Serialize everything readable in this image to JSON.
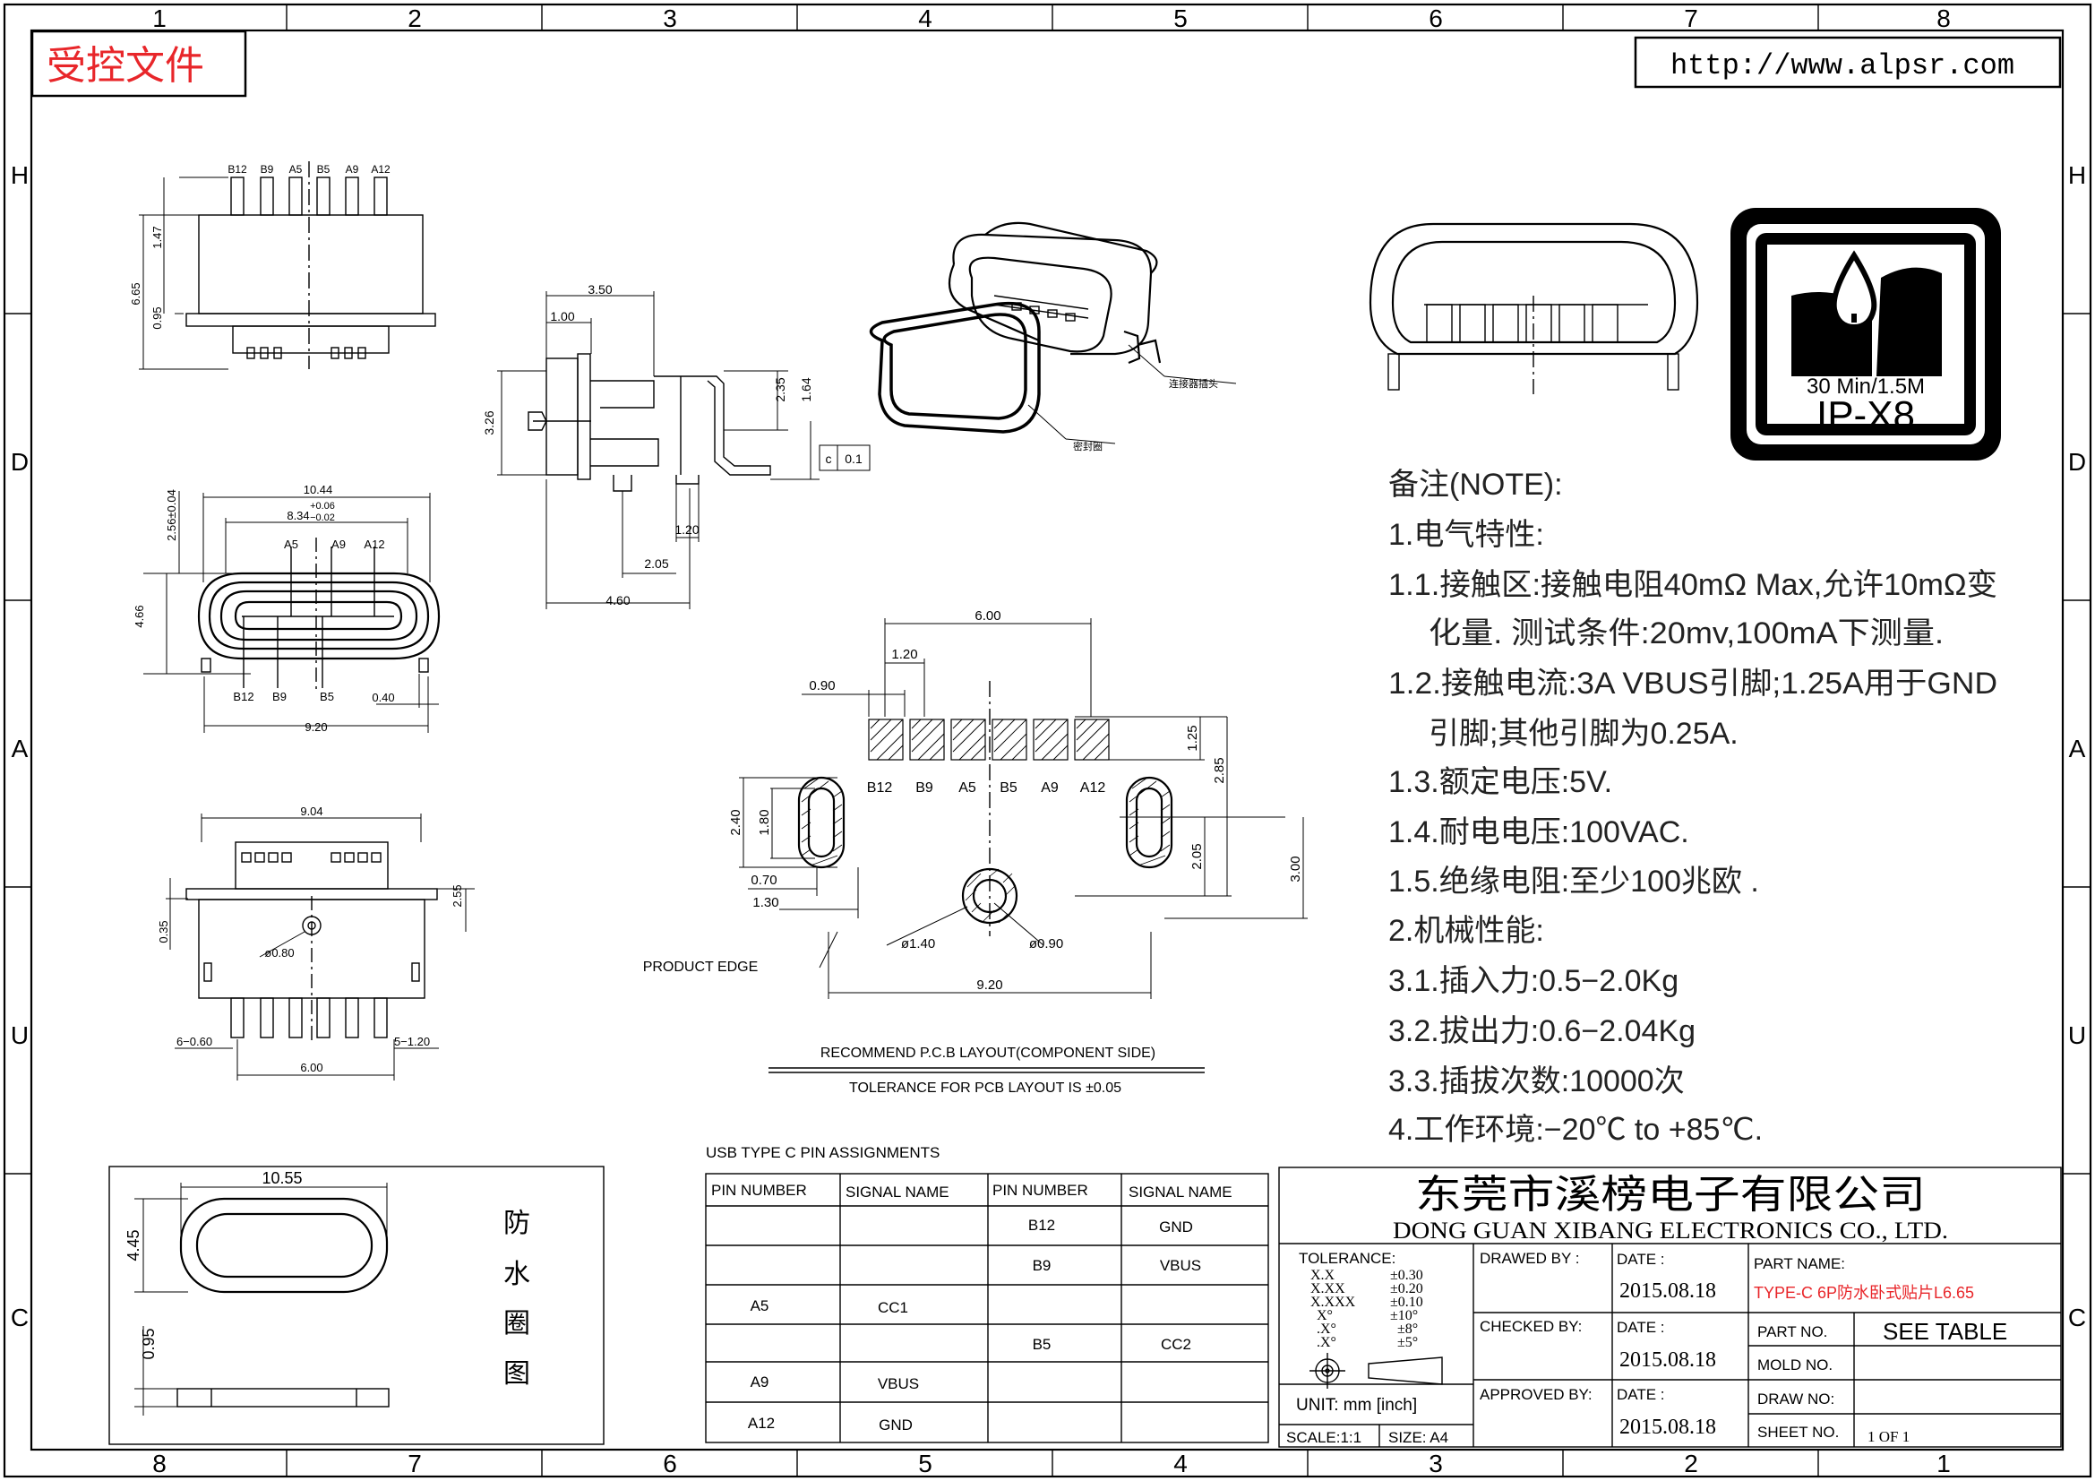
{
  "header": {
    "stamp": "受控文件",
    "url": "http://www.alpsr.com"
  },
  "border": {
    "top_cols": [
      "1",
      "2",
      "3",
      "4",
      "5",
      "6",
      "7",
      "8"
    ],
    "bottom_cols": [
      "8",
      "7",
      "6",
      "5",
      "4",
      "3",
      "2",
      "1"
    ],
    "rows": [
      "H",
      "D",
      "A",
      "U",
      "C"
    ]
  },
  "view1": {
    "pins": [
      "B12",
      "B9",
      "A5",
      "B5",
      "A9",
      "A12"
    ],
    "dims": [
      "6.65",
      "1.47",
      "0.95"
    ]
  },
  "side_view": {
    "dims": [
      "3.50",
      "1.00",
      "3.26",
      "2.35",
      "1.64",
      "1.20",
      "2.05",
      "4.60"
    ],
    "tol_c": "c",
    "tol_val": "0.1"
  },
  "front_view": {
    "top_dims": [
      "10.44",
      "8.34",
      "+0.06",
      "−0.02"
    ],
    "pins_top": [
      "A5",
      "A9",
      "A12"
    ],
    "pins_bottom": [
      "B12",
      "B9",
      "B5"
    ],
    "dims": [
      "2.56±0.04",
      "4.66",
      "0.40",
      "9.20"
    ]
  },
  "bottom_view": {
    "dims": [
      "9.04",
      "2.55",
      "0.35",
      "ø0.80",
      "6−0.60",
      "5−1.20",
      "6.00"
    ]
  },
  "iso_labels": {
    "connector": "连接器插头",
    "seal": "密封圈"
  },
  "ipx8": {
    "rating": "30 Min/1.5M",
    "code": "IP-X8"
  },
  "pcb": {
    "top_dims": [
      "6.00",
      "1.20",
      "0.90"
    ],
    "pad_labels": [
      "B12",
      "B9",
      "A5",
      "B5",
      "A9",
      "A12"
    ],
    "right_dims": [
      "1.25",
      "2.85",
      "2.05",
      "3.00"
    ],
    "left_dims": [
      "2.40",
      "1.80",
      "0.70",
      "1.30"
    ],
    "hole_dims": [
      "ø1.40",
      "ø0.90"
    ],
    "bottom_dim": "9.20",
    "product_edge": "PRODUCT EDGE",
    "caption": "RECOMMEND P.C.B LAYOUT(COMPONENT SIDE)",
    "tolerance": "TOLERANCE FOR PCB LAYOUT IS ±0.05"
  },
  "notes": [
    "备注(NOTE):",
    "1.电气特性:",
    "1.1.接触区:接触电阻40mΩ Max,允许10mΩ变",
    "化量. 测试条件:20mv,100mA下测量.",
    "1.2.接触电流:3A VBUS引脚;1.25A用于GND",
    "引脚;其他引脚为0.25A.",
    "1.3.额定电压:5V.",
    "1.4.耐电电压:100VAC.",
    "1.5.绝缘电阻:至少100兆欧 .",
    "2.机械性能:",
    "3.1.插入力:0.5−2.0Kg",
    "3.2.拔出力:0.6−2.04Kg",
    "3.3.插拔次数:10000次",
    "4.工作环境:−20℃ to +85℃."
  ],
  "seal_box": {
    "w": "10.55",
    "h": "4.45",
    "t": "0.95",
    "vertical": [
      "防",
      "水",
      "圈",
      "图"
    ]
  },
  "pin_table": {
    "title": "USB TYPE C PIN ASSIGNMENTS",
    "headers": [
      "PIN NUMBER",
      "SIGNAL NAME",
      "PIN NUMBER",
      "SIGNAL NAME"
    ],
    "rows": [
      [
        "",
        "",
        "B12",
        "GND"
      ],
      [
        "",
        "",
        "B9",
        "VBUS"
      ],
      [
        "A5",
        "CC1",
        "",
        ""
      ],
      [
        "",
        "",
        "B5",
        "CC2"
      ],
      [
        "A9",
        "VBUS",
        "",
        ""
      ],
      [
        "A12",
        "GND",
        "",
        ""
      ]
    ]
  },
  "title_block": {
    "company_cn": "东莞市溪榜电子有限公司",
    "company_en": "DONG GUAN XIBANG ELECTRONICS CO., LTD.",
    "tolerance_label": "TOLERANCE:",
    "tol_rows": [
      [
        "X.X",
        "±0.30"
      ],
      [
        "X.XX",
        "±0.20"
      ],
      [
        "X.XXX",
        "±0.10"
      ],
      [
        "X°",
        "±10°"
      ],
      [
        ".X°",
        "±8°"
      ],
      [
        ".X°",
        "±5°"
      ]
    ],
    "unit": "UNIT:  mm  [inch]",
    "scale": "SCALE:1:1",
    "size": "SIZE: A4",
    "drawed_by": "DRAWED BY :",
    "checked_by": "CHECKED BY:",
    "approved_by": "APPROVED BY:",
    "date_label": "DATE :",
    "date": "2015.08.18",
    "part_name_label": "PART NAME:",
    "part_name": "TYPE-C 6P防水卧式贴片L6.65",
    "part_no_label": "PART NO.",
    "part_no": "SEE TABLE",
    "mold_no": "MOLD NO.",
    "draw_no": "DRAW NO:",
    "sheet_no": "SHEET NO.",
    "sheet": "1 OF 1"
  }
}
